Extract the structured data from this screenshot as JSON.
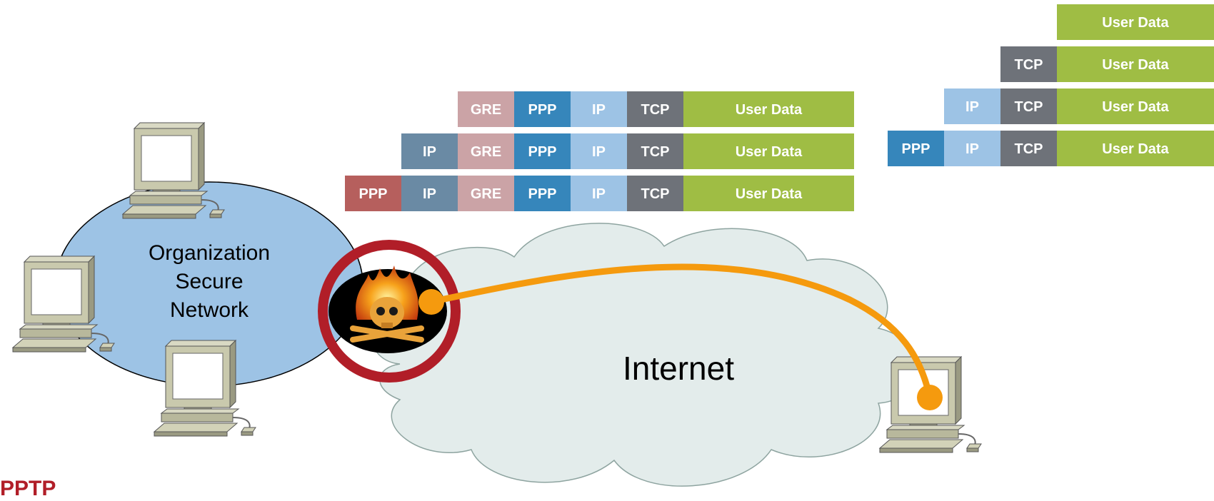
{
  "caption": "PPTP",
  "network": {
    "org_lines": [
      "Organization",
      "Secure",
      "Network"
    ],
    "internet": "Internet"
  },
  "colors": {
    "GRE": "#cba3a6",
    "PPP": "#3686bb",
    "IP": "#9dc3e5",
    "TCP": "#6e7279",
    "User Data": "#9fbd44",
    "IP_outer": "#6a8aa4",
    "PPP_outer": "#b65f5d",
    "red_ring": "#b11e28",
    "tunnel": "#f59a0e",
    "caption": "#b11e28",
    "org_fill": "#9dc3e5",
    "cloud_fill": "#e3eceb"
  },
  "frames_left": [
    [
      "GRE",
      "PPP",
      "IP",
      "TCP",
      "User Data"
    ],
    [
      "IP",
      "GRE",
      "PPP",
      "IP",
      "TCP",
      "User Data"
    ],
    [
      "PPP",
      "IP",
      "GRE",
      "PPP",
      "IP",
      "TCP",
      "User Data"
    ]
  ],
  "frames_right": [
    [
      "User Data"
    ],
    [
      "TCP",
      "User Data"
    ],
    [
      "IP",
      "TCP",
      "User Data"
    ],
    [
      "PPP",
      "IP",
      "TCP",
      "User Data"
    ]
  ],
  "icons": {
    "computers": [
      "computer-icon",
      "computer-icon",
      "computer-icon",
      "computer-icon"
    ],
    "attacker": "skull-flames-icon"
  }
}
